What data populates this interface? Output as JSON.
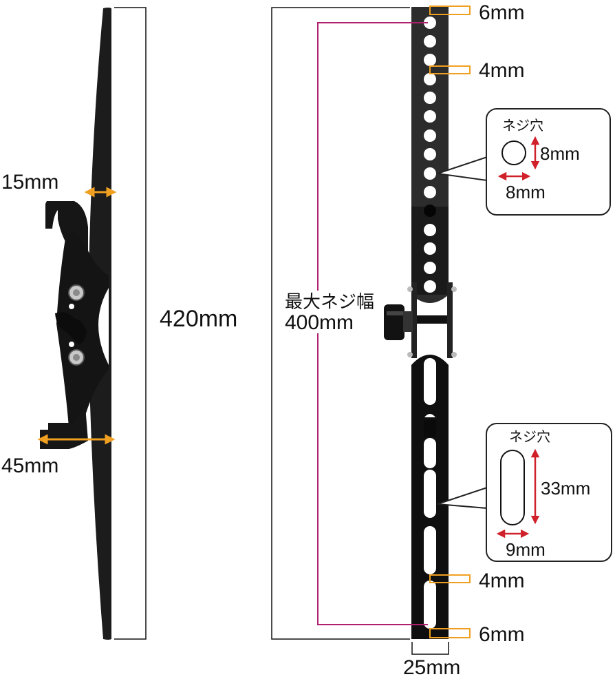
{
  "side_view": {
    "top_thickness": "15mm",
    "hook_depth": "45mm",
    "total_height": "420mm"
  },
  "front_view": {
    "top_edge_offset": "6mm",
    "top_hole_pitch": "4mm",
    "max_screw_span_label": "最大ネジ幅",
    "max_screw_span_value": "400mm",
    "bottom_hole_pitch": "4mm",
    "bottom_edge_offset": "6mm",
    "bar_width": "25mm"
  },
  "callout_round_hole": {
    "title": "ネジ穴",
    "height": "8mm",
    "width": "8mm"
  },
  "callout_slot_hole": {
    "title": "ネジ穴",
    "height": "33mm",
    "width": "9mm"
  },
  "colors": {
    "bracket": "#1a1a1a",
    "bracket_top": "#333333",
    "dimension_orange": "#f0a020",
    "dimension_magenta": "#b0206e",
    "dimension_red": "#d0202a",
    "line": "#111111"
  }
}
